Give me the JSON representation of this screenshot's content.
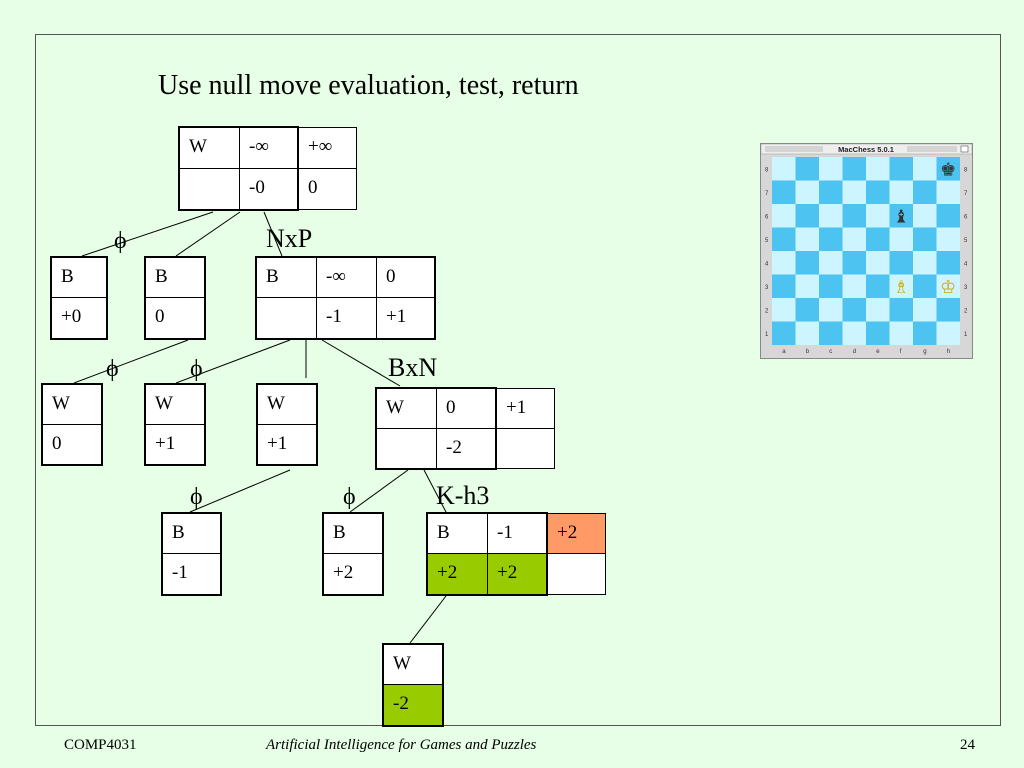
{
  "title": "Use null move evaluation, test, return",
  "move_labels": {
    "nxp": "NxP",
    "bxn": "BxN",
    "kh3": "K-h3"
  },
  "null_symbol": "ϕ",
  "nodes": {
    "root": {
      "r1": [
        "W",
        "-∞",
        "+∞"
      ],
      "r2": [
        "",
        "-0",
        "0"
      ]
    },
    "l1a": {
      "r1": [
        "B"
      ],
      "r2": [
        "+0"
      ]
    },
    "l1b": {
      "r1": [
        "B"
      ],
      "r2": [
        "0"
      ]
    },
    "l1c": {
      "r1": [
        "B",
        "-∞",
        "0"
      ],
      "r2": [
        "",
        "-1",
        "+1"
      ]
    },
    "l2a": {
      "r1": [
        "W"
      ],
      "r2": [
        "0"
      ]
    },
    "l2b": {
      "r1": [
        "W"
      ],
      "r2": [
        "+1"
      ]
    },
    "l2c": {
      "r1": [
        "W"
      ],
      "r2": [
        "+1"
      ]
    },
    "l2d": {
      "r1": [
        "W",
        "0",
        "+1"
      ],
      "r2": [
        "",
        "-2",
        ""
      ]
    },
    "l3a": {
      "r1": [
        "B"
      ],
      "r2": [
        "-1"
      ]
    },
    "l3b": {
      "r1": [
        "B"
      ],
      "r2": [
        "+2"
      ]
    },
    "l3c": {
      "r1": [
        "B",
        "-1",
        "+2"
      ],
      "r2": [
        "+2",
        "+2",
        ""
      ]
    },
    "l4a": {
      "r1": [
        "W"
      ],
      "r2": [
        "-2"
      ]
    }
  },
  "colors": {
    "highlight_green": "#99cc00",
    "highlight_orange": "#ff9966",
    "background": "#e6ffe6"
  },
  "board": {
    "window_title": "MacChess 5.0.1",
    "files": [
      "a",
      "b",
      "c",
      "d",
      "e",
      "f",
      "g",
      "h"
    ],
    "ranks": [
      "8",
      "7",
      "6",
      "5",
      "4",
      "3",
      "2",
      "1"
    ],
    "pieces": [
      {
        "square": "h8",
        "piece": "black-king",
        "glyph": "♚"
      },
      {
        "square": "f6",
        "piece": "black-bishop",
        "glyph": "♝"
      },
      {
        "square": "f3",
        "piece": "white-bishop",
        "glyph": "♗"
      },
      {
        "square": "h3",
        "piece": "white-king",
        "glyph": "♔"
      }
    ],
    "light_color": "#ccf5ff",
    "dark_color": "#4dc3f2"
  },
  "footer": {
    "left": "COMP4031",
    "center": "Artificial Intelligence for Games and Puzzles",
    "right": "24"
  }
}
